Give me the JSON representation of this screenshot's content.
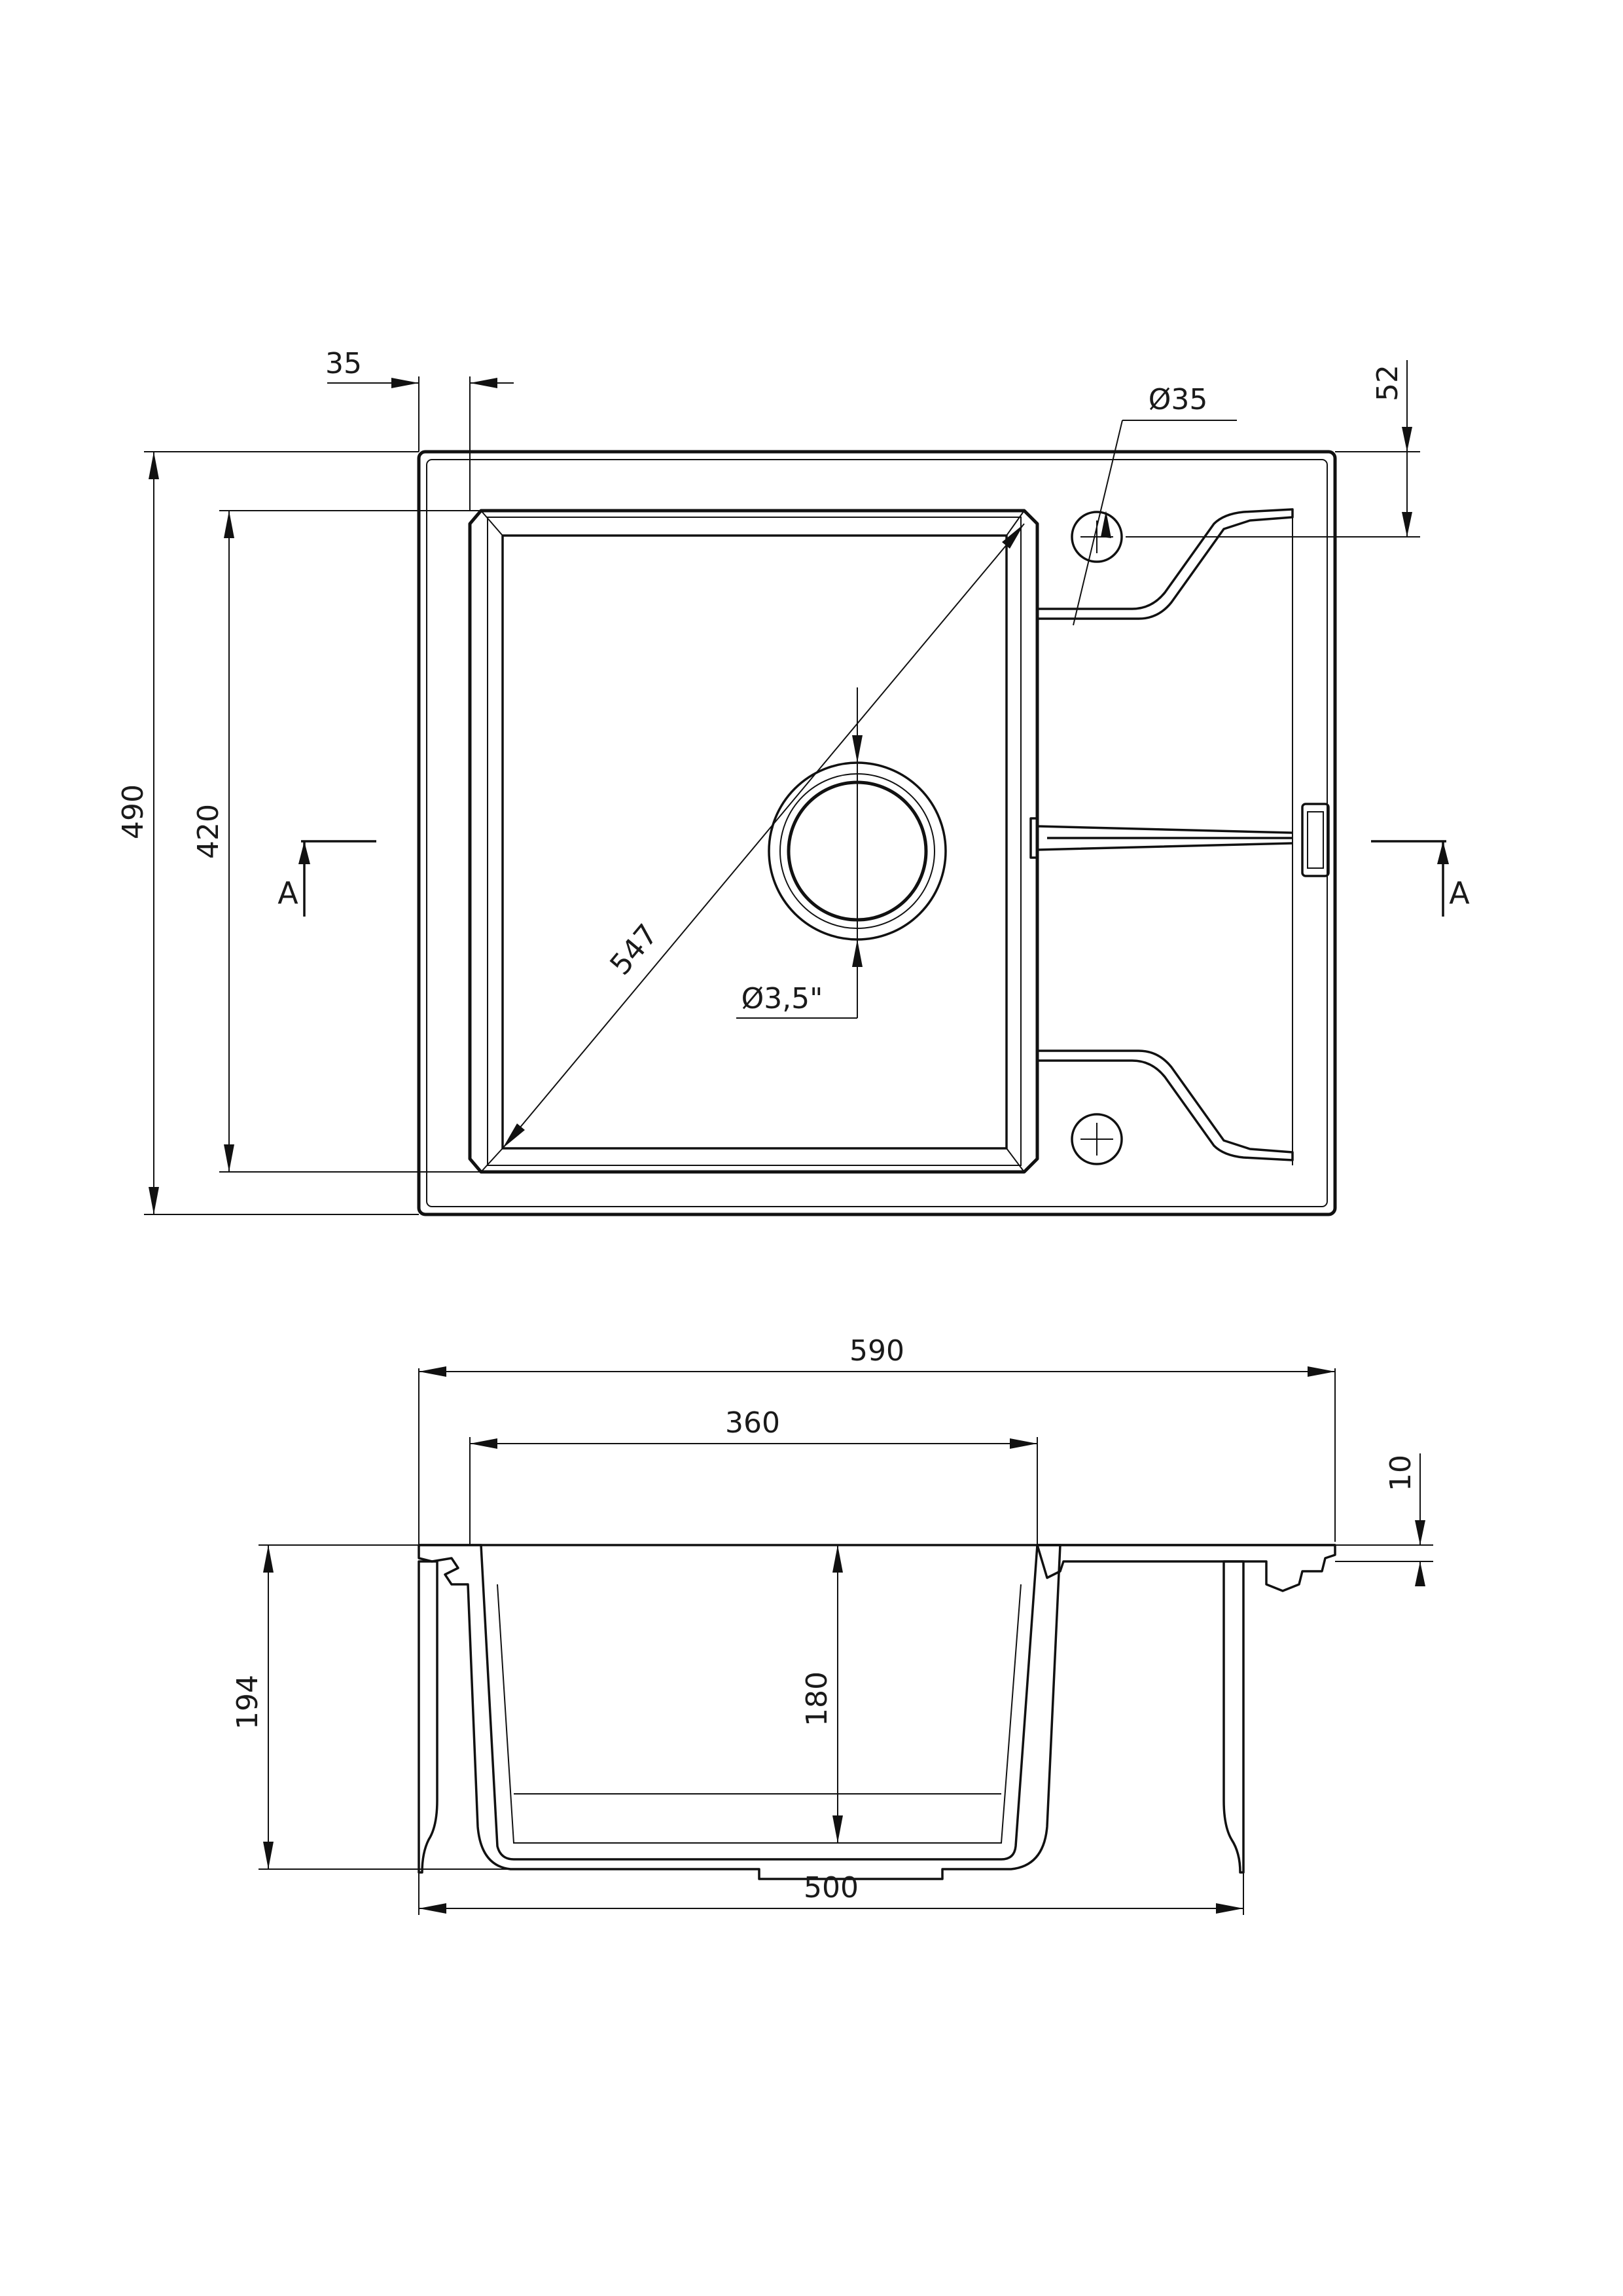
{
  "top_view": {
    "dimensions": {
      "rim_offset": "35",
      "tap_hole_offset": "52",
      "tap_hole_diameter": "Ø35",
      "overall_depth": "490",
      "bowl_depth": "420",
      "bowl_diagonal": "547",
      "drain_diameter": "Ø3,5\""
    },
    "section_marks": {
      "left": "A",
      "right": "A"
    }
  },
  "section_view": {
    "dimensions": {
      "overall_width": "590",
      "bowl_width": "360",
      "rim_thickness": "10",
      "overall_height": "194",
      "bowl_height": "180",
      "cabinet_width": "500"
    }
  }
}
